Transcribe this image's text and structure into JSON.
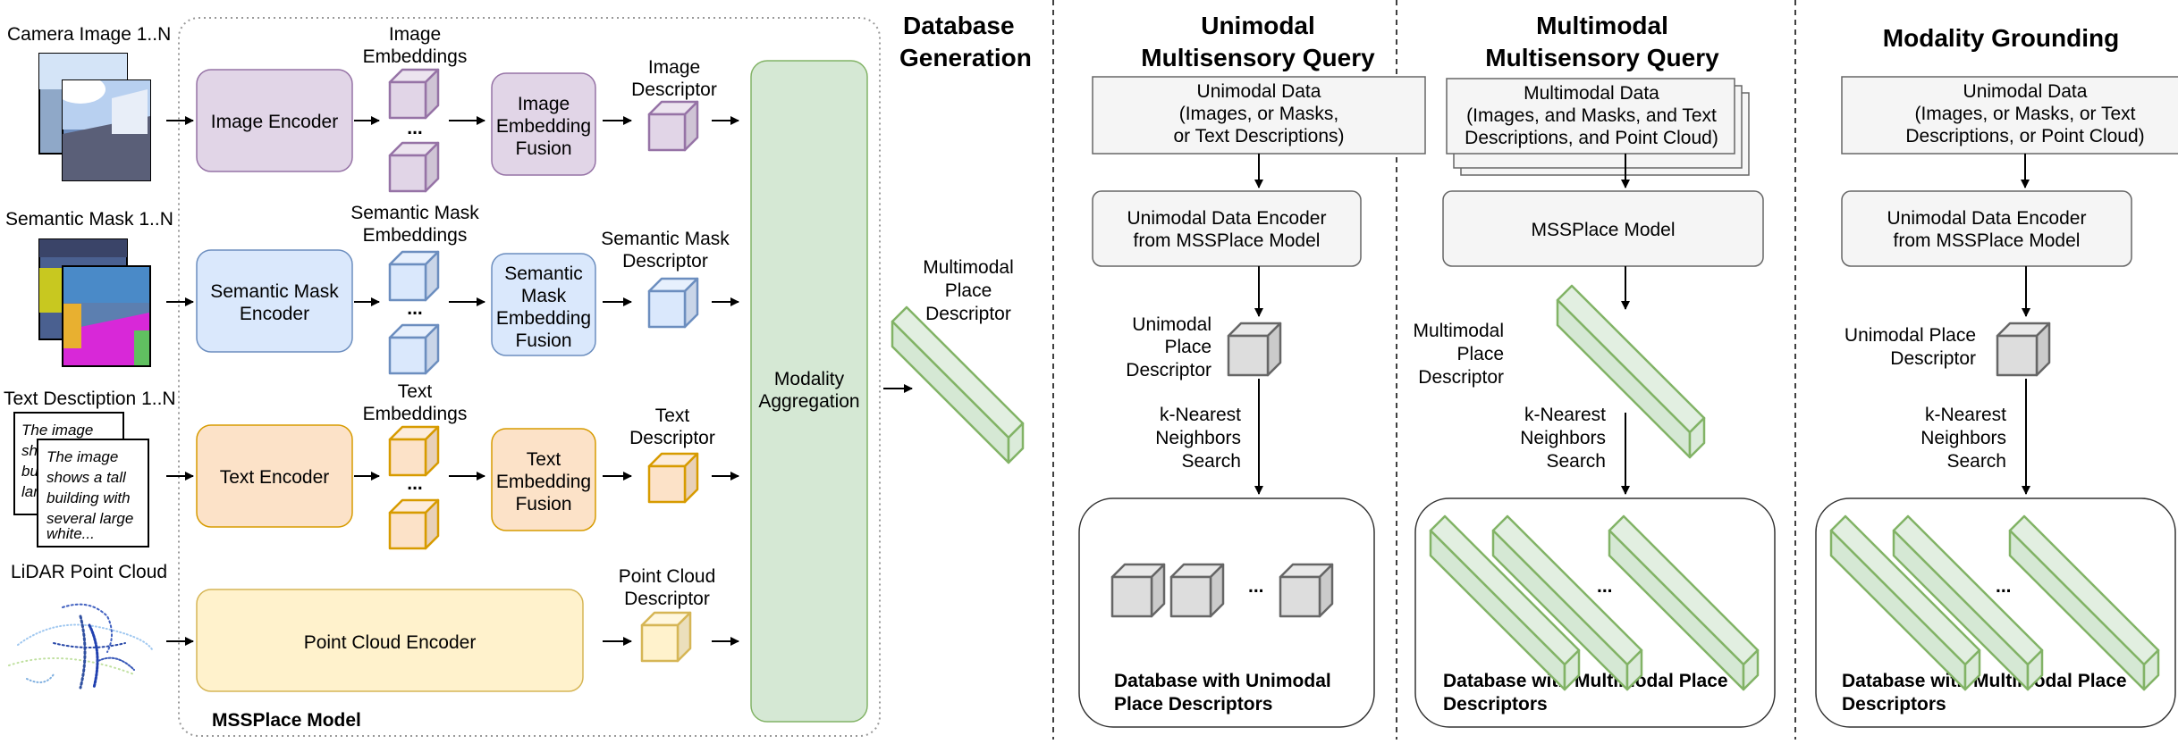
{
  "colors": {
    "image": "#e1d5e7",
    "image_stroke": "#9673a6",
    "mask": "#dae8fc",
    "mask_stroke": "#6c8ebf",
    "text": "#fce2c8",
    "text_stroke": "#d79b00",
    "pc": "#fff2cc",
    "pc_stroke": "#d6b656",
    "agg": "#d5e8d4",
    "agg_stroke": "#82b366",
    "gray": "#f5f5f5",
    "gray_stroke": "#666666"
  },
  "inputs": {
    "camera": "Camera Image 1..N",
    "mask": "Semantic Mask 1..N",
    "text": "Text Desctiption 1..N",
    "lidar": "LiDAR Point Cloud",
    "text_card_back": [
      "The image",
      "sho",
      "bui",
      "lar"
    ],
    "text_card_front": [
      "The image",
      "shows a tall",
      "building with",
      "several large",
      "white..."
    ]
  },
  "encoders": {
    "image": "Image Encoder",
    "mask": [
      "Semantic Mask",
      "Encoder"
    ],
    "text": "Text Encoder",
    "pc": "Point Cloud Encoder"
  },
  "embeddings": {
    "image": [
      "Image",
      "Embeddings"
    ],
    "mask": [
      "Semantic Mask",
      "Embeddings"
    ],
    "text": [
      "Text",
      "Embeddings"
    ],
    "dots": "..."
  },
  "fusion": {
    "image": [
      "Image",
      "Embedding",
      "Fusion"
    ],
    "mask": [
      "Semantic",
      "Mask",
      "Embedding",
      "Fusion"
    ],
    "text": [
      "Text",
      "Embedding",
      "Fusion"
    ]
  },
  "descriptors": {
    "image": [
      "Image",
      "Descriptor"
    ],
    "mask": [
      "Semantic Mask",
      "Descriptor"
    ],
    "text": [
      "Text",
      "Descriptor"
    ],
    "pc": [
      "Point Cloud",
      "Descriptor"
    ]
  },
  "aggregation": [
    "Modality",
    "Aggregation"
  ],
  "multimodal_desc": [
    "Multimodal",
    "Place",
    "Descriptor"
  ],
  "model_label": "MSSPlace Model",
  "db_generation": [
    "Database",
    "Generation"
  ],
  "unimodal": {
    "title": [
      "Unimodal",
      "Multisensory Query"
    ],
    "data": [
      "Unimodal Data",
      "(Images, or Masks,",
      "or Text Descriptions)"
    ],
    "encoder": [
      "Unimodal Data Encoder",
      "from MSSPlace Model"
    ],
    "desc": [
      "Unimodal",
      "Place",
      "Descriptor"
    ],
    "knn": [
      "k-Nearest",
      "Neighbors",
      "Search"
    ],
    "db": [
      "Database with Unimodal",
      "Place Descriptors"
    ],
    "dots": "..."
  },
  "multimodal": {
    "title": [
      "Multimodal",
      "Multisensory Query"
    ],
    "data": [
      "Multimodal Data",
      "(Images, and Masks, and Text",
      "Descriptions, and Point Cloud)"
    ],
    "model": "MSSPlace Model",
    "desc": [
      "Multimodal",
      "Place",
      "Descriptor"
    ],
    "knn": [
      "k-Nearest",
      "Neighbors",
      "Search"
    ],
    "db": [
      "Database with Multimodal Place",
      "Descriptors"
    ],
    "dots": "..."
  },
  "grounding": {
    "title": "Modality Grounding",
    "data": [
      "Unimodal Data",
      "(Images, or Masks, or Text",
      "Descriptions, or Point Cloud)"
    ],
    "encoder": [
      "Unimodal Data Encoder",
      "from MSSPlace Model"
    ],
    "desc": [
      "Unimodal Place",
      "Descriptor"
    ],
    "knn": [
      "k-Nearest",
      "Neighbors",
      "Search"
    ],
    "db": [
      "Database with Multimodal Place",
      "Descriptors"
    ],
    "dots": "..."
  }
}
